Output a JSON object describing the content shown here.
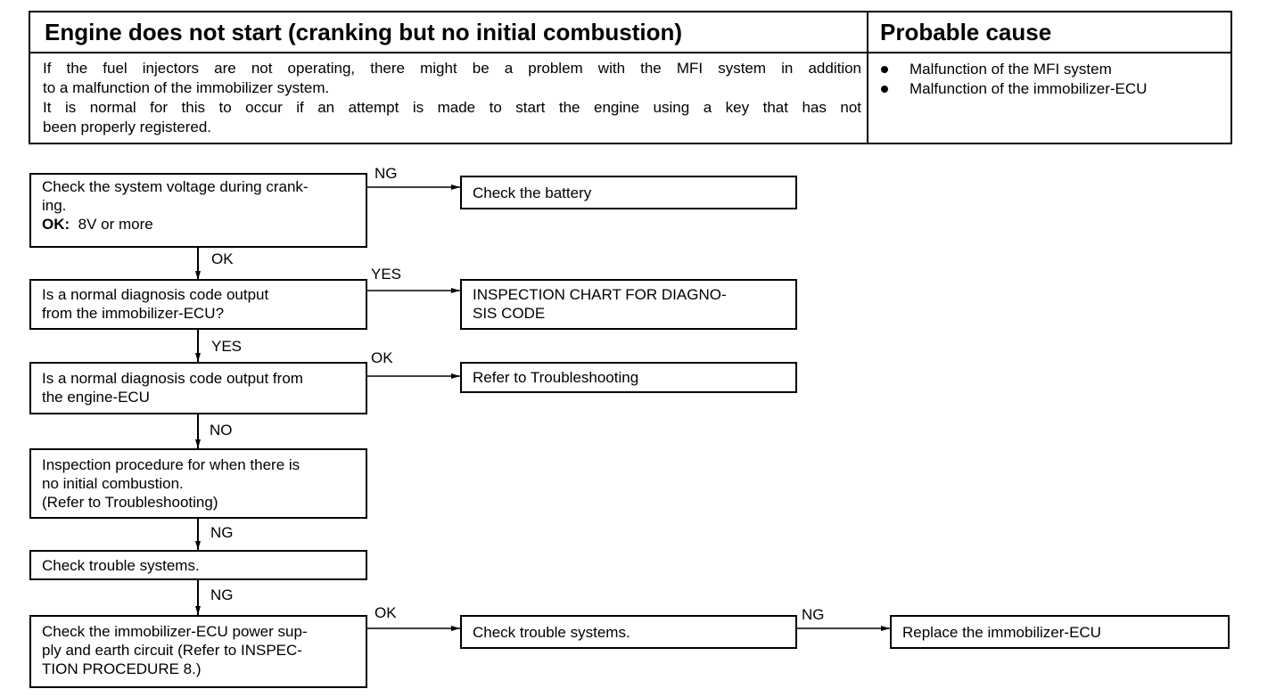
{
  "header": {
    "title": "Engine does not start (cranking but no initial combustion)",
    "cause_title": "Probable cause",
    "description_lines": [
      "If the fuel injectors are not operating, there might be a problem with the MFI system in addition",
      "to a malfunction of the immobilizer system.",
      "It is normal for this to occur if an attempt is made to start the engine using a key that has not",
      "been properly registered."
    ],
    "causes": [
      "Malfunction of the MFI system",
      "Malfunction of the immobilizer-ECU"
    ]
  },
  "flow": {
    "step1": {
      "line1": "Check the system voltage during crank-",
      "line2": "ing.",
      "ok_label": "OK:",
      "ok_value": "8V or more"
    },
    "step1_no": "NG",
    "step1_no_target": "Check the battery",
    "step1_yes": "OK",
    "step2": {
      "line1": "Is a normal diagnosis code output",
      "line2": "from the immobilizer-ECU?"
    },
    "step2_branch": "YES",
    "step2_branch_target": {
      "line1": "INSPECTION CHART FOR DIAGNO-",
      "line2": "SIS CODE"
    },
    "step2_down": "YES",
    "step3": {
      "line1": "Is a normal diagnosis code output from",
      "line2": "the engine-ECU"
    },
    "step3_branch": "OK",
    "step3_branch_target": "Refer to Troubleshooting",
    "step3_down": "NO",
    "step4": {
      "line1": "Inspection procedure for when there is",
      "line2": "no initial combustion.",
      "line3": "(Refer to Troubleshooting)"
    },
    "step4_down": "NG",
    "step5": "Check trouble systems.",
    "step5_down": "NG",
    "step6": {
      "line1": "Check the immobilizer-ECU power sup-",
      "line2": "ply and earth circuit (Refer to INSPEC-",
      "line3": "TION PROCEDURE 8.)"
    },
    "step6_branch": "OK",
    "step6_branch_target": "Check trouble systems.",
    "step7_branch": "NG",
    "step7_branch_target": "Replace the immobilizer-ECU"
  }
}
